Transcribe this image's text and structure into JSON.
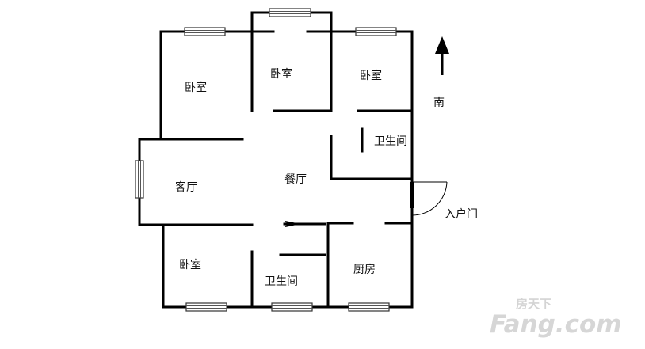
{
  "rooms": {
    "bedroom_top_left": "卧室",
    "bedroom_top_middle": "卧室",
    "bedroom_top_right": "卧室",
    "bathroom_upper": "卫生间",
    "living_room": "客厅",
    "dining_room": "餐厅",
    "bedroom_bottom_left": "卧室",
    "bathroom_lower": "卫生间",
    "kitchen": "厨房"
  },
  "labels": {
    "south": "南",
    "entrance": "入户门"
  },
  "watermark": {
    "brand": "房天下",
    "domain": "Fang.com"
  },
  "colors": {
    "wall": "#000000",
    "watermark": "#d8d8d8"
  }
}
